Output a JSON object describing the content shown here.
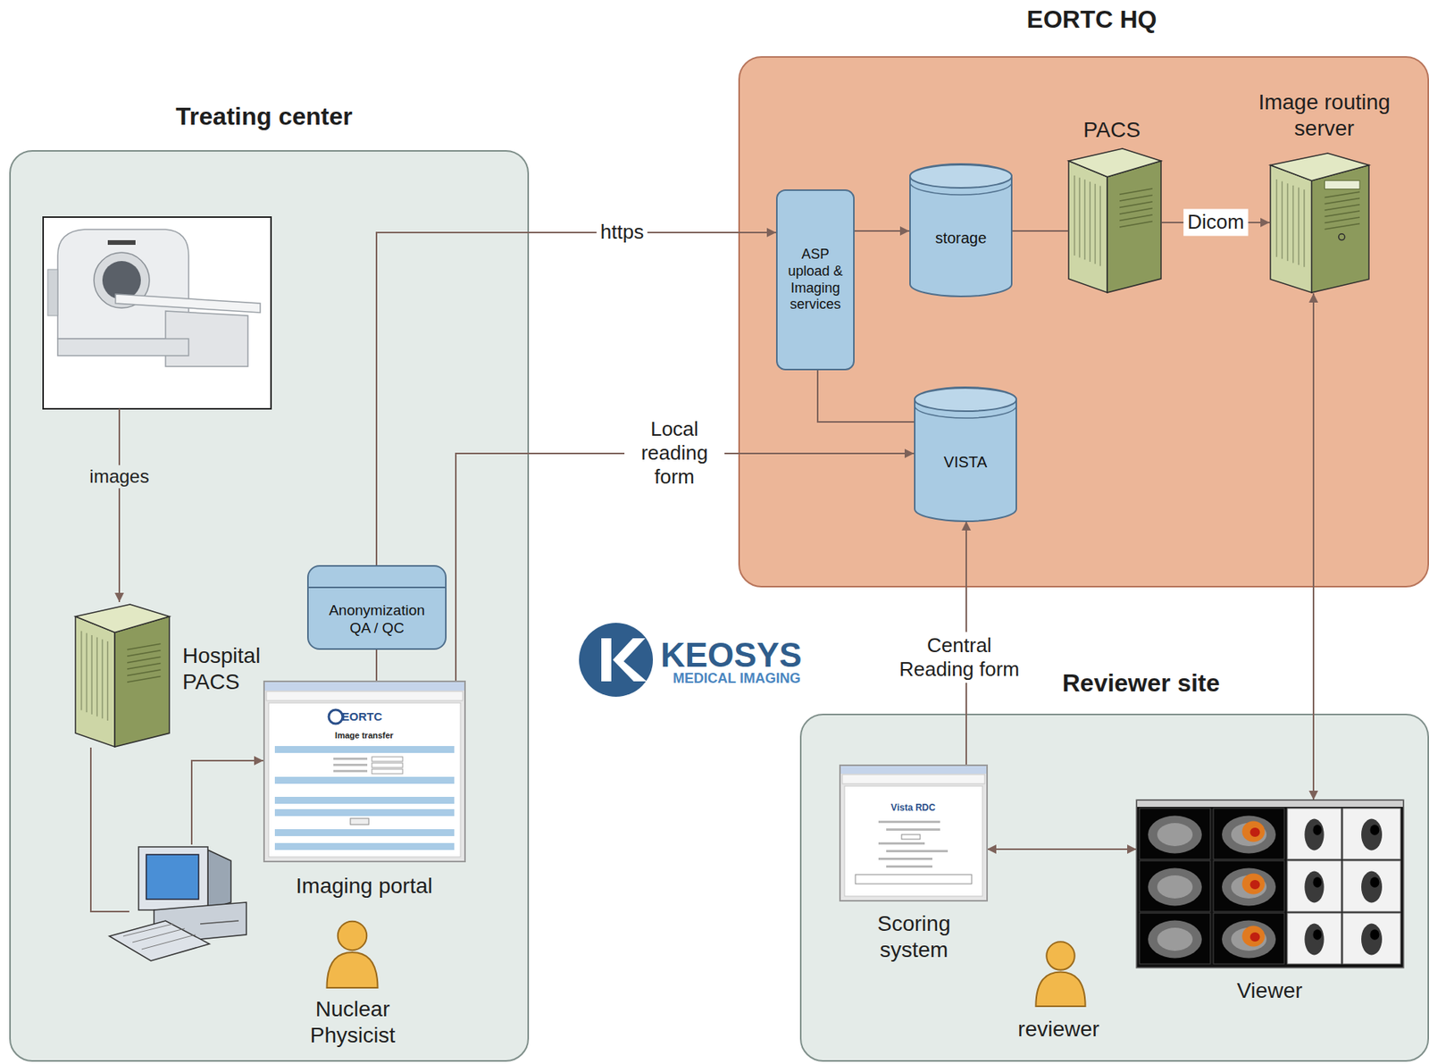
{
  "diagram": {
    "nodes": [
      {
        "text": [
          "Treating center"
        ]
      },
      {
        "text": [
          "Hospital PACS"
        ],
        "in": 0
      },
      {
        "text": [
          "Anonymization QA / QC"
        ],
        "in": 0
      },
      {
        "text": [
          "Imaging portal"
        ],
        "in": 0
      },
      {
        "text": [
          "Nuclear Physicist"
        ],
        "in": 0
      },
      {
        "text": [
          "EORTC HQ"
        ]
      },
      {
        "text": [
          "ASP upload & Imaging services"
        ],
        "in": 5
      },
      {
        "text": [
          "storage"
        ],
        "in": 5
      },
      {
        "text": [
          "PACS"
        ],
        "in": 5
      },
      {
        "text": [
          "Image routing server"
        ],
        "in": 5
      },
      {
        "text": [
          "VISTA"
        ],
        "in": 5
      },
      {
        "text": [
          "Reviewer site"
        ]
      },
      {
        "text": [
          "Scoring system"
        ],
        "in": 11
      },
      {
        "text": [
          "Viewer"
        ],
        "in": 11
      },
      {
        "text": [
          "reviewer"
        ],
        "in": 11
      }
    ],
    "edges": [
      {
        "from": 2,
        "to": 6,
        "label": "https",
        "arrow": "to"
      },
      {
        "from": 3,
        "to": 10,
        "label": "Local reading form",
        "arrow": "to"
      },
      {
        "from": 2,
        "to": 3,
        "arrow": "none"
      },
      {
        "from": 6,
        "to": 7,
        "arrow": "to"
      },
      {
        "from": 7,
        "to": 8,
        "arrow": "none"
      },
      {
        "from": 8,
        "to": 9,
        "label": "Dicom",
        "arrow": "to"
      },
      {
        "from": 6,
        "to": 10,
        "arrow": "none"
      },
      {
        "from": 12,
        "to": 10,
        "label": "Central Reading form",
        "arrow": "to"
      },
      {
        "from": 12,
        "to": 13,
        "arrow": "both"
      },
      {
        "from": 9,
        "to": 13,
        "arrow": "both"
      }
    ],
    "labels": [
      "images",
      "EORTC",
      "Image transfer",
      "Vista RDC",
      "KEOSYS",
      "MEDICAL IMAGING"
    ]
  }
}
